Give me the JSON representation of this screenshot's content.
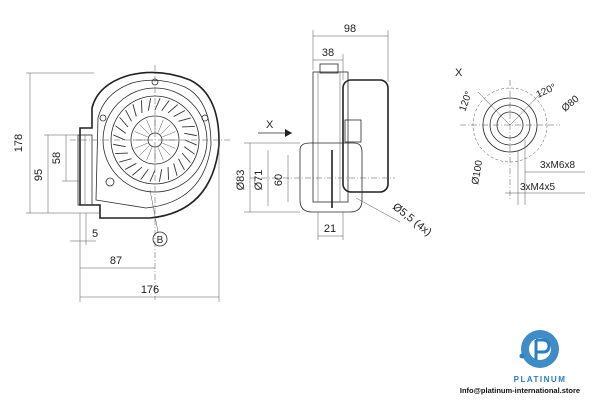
{
  "front_view": {
    "dim_height_total": "178",
    "dim_height_outlet": "95",
    "dim_height_inner": "58",
    "dim_offset_small": "5",
    "dim_width_center": "87",
    "dim_width_total": "176",
    "callout_b": "B"
  },
  "side_view": {
    "dim_depth_total": "98",
    "dim_depth_partial": "38",
    "dim_dia_outer": "Ø83",
    "dim_dia_mid": "Ø71",
    "dim_height_60": "60",
    "dim_width_21": "21",
    "dim_holes": "Ø5,5 (4x)",
    "view_arrow_label": "X"
  },
  "detail_x": {
    "title": "X",
    "angle_1": "120°",
    "angle_2": "120°",
    "dim_dia_80": "Ø80",
    "dim_dia_100": "Ø100",
    "thread_1": "3xM6x8",
    "thread_2": "3xM4x5"
  },
  "watermark": {
    "logo": "platinum-logo",
    "brand": "PLATINUM",
    "email": "Info@platinum-international.store",
    "color": "#2a7fc1"
  }
}
